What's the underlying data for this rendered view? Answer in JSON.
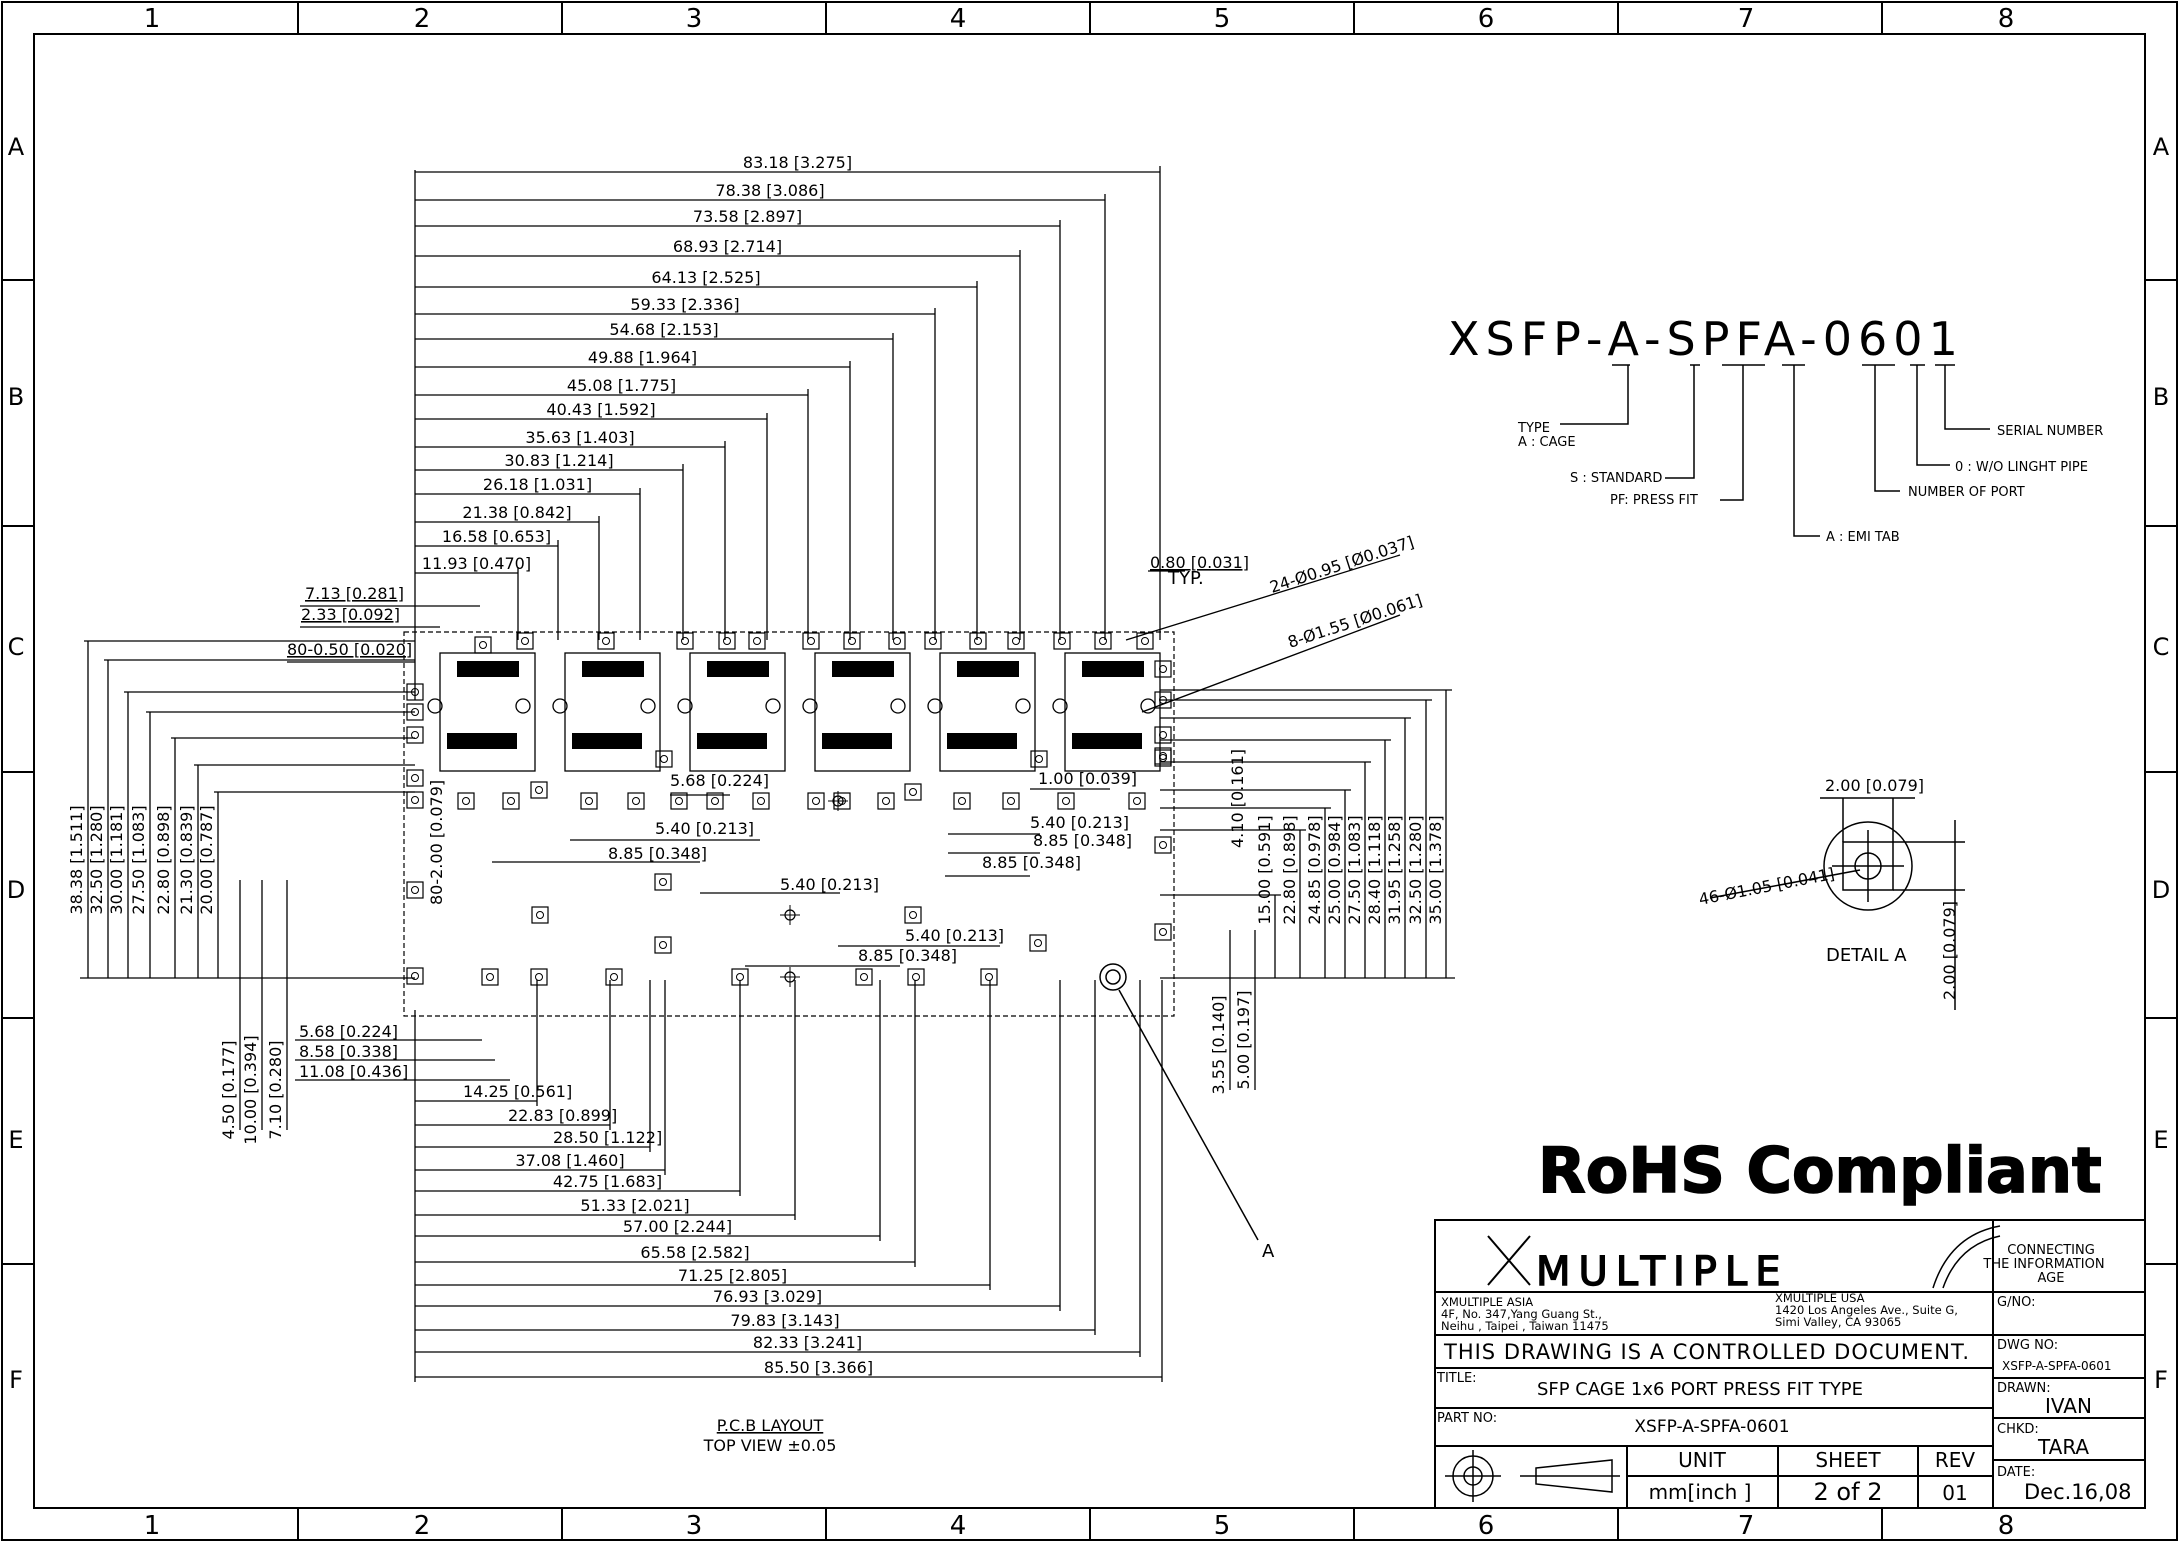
{
  "border": {
    "columns": [
      "1",
      "2",
      "3",
      "4",
      "5",
      "6",
      "7",
      "8"
    ],
    "rows": [
      "A",
      "B",
      "C",
      "D",
      "E",
      "F"
    ]
  },
  "part_code": {
    "code": "XSFP-A-SPFA-0601",
    "legend": [
      {
        "label": "TYPE"
      },
      {
        "label": "A : CAGE"
      },
      {
        "label": "S : STANDARD"
      },
      {
        "label": "PF: PRESS FIT"
      },
      {
        "label": "A : EMI TAB"
      },
      {
        "label": "NUMBER OF PORT"
      },
      {
        "label": "0 : W/O LINGHT PIPE"
      },
      {
        "label": "SERIAL NUMBER"
      }
    ]
  },
  "top_dims": [
    "83.18 [3.275]",
    "78.38 [3.086]",
    "73.58 [2.897]",
    "68.93 [2.714]",
    "64.13 [2.525]",
    "59.33 [2.336]",
    "54.68 [2.153]",
    "49.88 [1.964]",
    "45.08 [1.775]",
    "40.43 [1.592]",
    "35.63 [1.403]",
    "30.83 [1.214]",
    "26.18 [1.031]",
    "21.38 [0.842]",
    "16.58 [0.653]",
    "11.93 [0.470]"
  ],
  "small_dims": {
    "d713": "7.13 [0.281]",
    "d233": "2.33 [0.092]",
    "d80050": "80-0.50 [0.020]",
    "d080": "0.80 [0.031]",
    "typ": "TYP.",
    "hole24": "24-Ø0.95 [Ø0.037]",
    "hole8": "8-Ø1.55 [Ø0.061]",
    "d568a": "5.68 [0.224]",
    "d100": "1.00 [0.039]",
    "d540a": "5.40 [0.213]",
    "d885a": "8.85 [0.348]",
    "d540b": "5.40 [0.213]",
    "d885b": "8.85 [0.348]",
    "d885c": "8.85 [0.348]",
    "d540c": "5.40 [0.213]",
    "d540d": "5.40 [0.213]",
    "d885d": "8.85 [0.348]",
    "d80200": "80-2.00 [0.079]",
    "d410": "4.10 [0.161]"
  },
  "left_vdims": [
    "38.38 [1.511]",
    "32.50 [1.280]",
    "30.00 [1.181]",
    "27.50 [1.083]",
    "22.80 [0.898]",
    "21.30 [0.839]",
    "20.00 [0.787]"
  ],
  "right_vdims": [
    "15.00 [0.591]",
    "22.80 [0.898]",
    "24.85 [0.978]",
    "25.00 [0.984]",
    "27.50 [1.083]",
    "28.40 [1.118]",
    "31.95 [1.258]",
    "32.50 [1.280]",
    "35.00 [1.378]"
  ],
  "lower_right_vdims": [
    "3.55 [0.140]",
    "5.00 [0.197]"
  ],
  "lower_left_vdims": [
    "4.50 [0.177]",
    "10.00 [0.394]",
    "7.10 [0.280]"
  ],
  "left_hdims": [
    "5.68 [0.224]",
    "8.58 [0.338]",
    "11.08 [0.436]"
  ],
  "bottom_dims": [
    "14.25 [0.561]",
    "22.83 [0.899]",
    "28.50 [1.122]",
    "37.08 [1.460]",
    "42.75 [1.683]",
    "51.33 [2.021]",
    "57.00 [2.244]",
    "65.58 [2.582]",
    "71.25 [2.805]",
    "76.93 [3.029]",
    "79.83 [3.143]",
    "82.33 [3.241]",
    "85.50 [3.366]"
  ],
  "layout_caption": {
    "title": "P.C.B LAYOUT",
    "subtitle": "TOP VIEW ±0.05"
  },
  "detail": {
    "top": "2.00 [0.079]",
    "holes": "46-Ø1.05 [0.041]",
    "side": "2.00 [0.079]",
    "label": "DETAIL A",
    "leader": "A"
  },
  "rohs": "RoHS Compliant",
  "title_block": {
    "logo": "MULTIPLE",
    "slogan_1": "CONNECTING",
    "slogan_2": "THE INFORMATION",
    "slogan_3": "AGE",
    "asia_1": "XMULTIPLE ASIA",
    "asia_2": "4F, No. 347,Yang Guang St.,",
    "asia_3": "Neihu , Taipei , Taiwan 11475",
    "usa_1": "XMULTIPLE USA",
    "usa_2": "1420 Los Angeles Ave., Suite G,",
    "usa_3": "Simi Valley, CA 93065",
    "gno_label": "G/NO:",
    "controlled": "THIS DRAWING IS A CONTROLLED DOCUMENT.",
    "dwg_label": "DWG NO:",
    "dwg_value": "XSFP-A-SPFA-0601",
    "title_label": "TITLE:",
    "title_value": "SFP CAGE 1x6 PORT PRESS FIT TYPE",
    "drawn_label": "DRAWN:",
    "drawn_value": "IVAN",
    "part_label": "PART NO:",
    "part_value": "XSFP-A-SPFA-0601",
    "chkd_label": "CHKD:",
    "chkd_value": "TARA",
    "unit_label": "UNIT",
    "unit_value": "mm[inch ]",
    "sheet_label": "SHEET",
    "sheet_value": "2 of 2",
    "rev_label": "REV",
    "rev_value": "01",
    "date_label": "DATE:",
    "date_value": "Dec.16,08"
  }
}
